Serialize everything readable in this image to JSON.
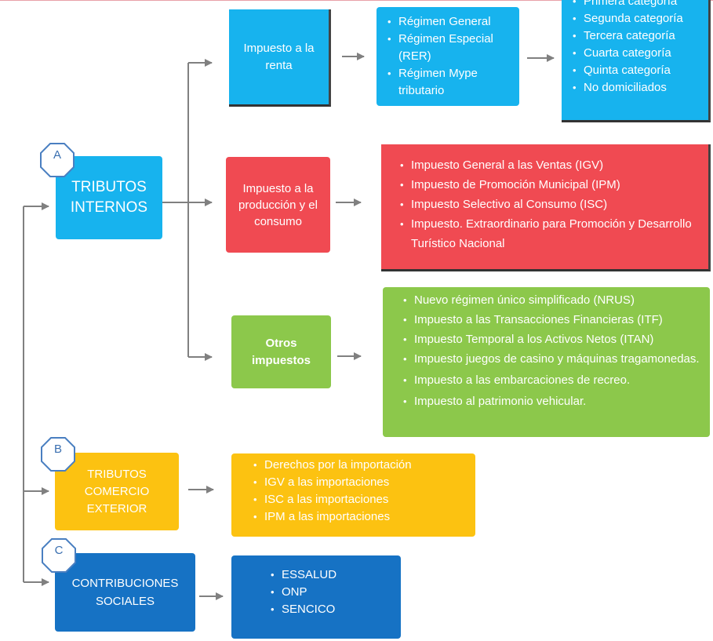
{
  "colors": {
    "cyan": "#17b3ee",
    "red": "#f04a52",
    "green": "#8cc84b",
    "yellow": "#fcc211",
    "blue": "#1672c4",
    "connector": "#808080"
  },
  "badges": {
    "a": "A",
    "b": "B",
    "c": "C"
  },
  "internos": {
    "title": "TRIBUTOS INTERNOS",
    "renta": {
      "label": "Impuesto a la renta",
      "regimenes": [
        "Régimen General",
        "Régimen Especial (RER)",
        "Régimen Mype tributario"
      ],
      "categorias": [
        "Primera categoría",
        "Segunda categoría",
        "Tercera categoría",
        "Cuarta categoría",
        "Quinta categoría",
        "No domiciliados"
      ]
    },
    "produccion": {
      "label": "Impuesto a la producción y el consumo",
      "items": [
        "Impuesto General a las Ventas (IGV)",
        "Impuesto de Promoción Municipal (IPM)",
        "Impuesto Selectivo al Consumo (ISC)",
        "Impuesto. Extraordinario para Promoción y Desarrollo Turístico Nacional"
      ]
    },
    "otros": {
      "label": "Otros impuestos",
      "items": [
        "Nuevo régimen único simplificado (NRUS)",
        "Impuesto a las Transacciones Financieras (ITF)",
        "Impuesto Temporal a los Activos Netos (ITAN)",
        "Impuesto juegos de casino y máquinas tragamonedas.",
        "Impuesto a las embarcaciones de recreo.",
        "Impuesto al patrimonio vehicular."
      ]
    }
  },
  "comercio": {
    "title": "TRIBUTOS COMERCIO EXTERIOR",
    "items": [
      "Derechos por la importación",
      "IGV a las importaciones",
      "ISC a las importaciones",
      "IPM a las importaciones"
    ]
  },
  "contribuciones": {
    "title": "CONTRIBUCIONES SOCIALES",
    "items": [
      "ESSALUD",
      "ONP",
      "SENCICO"
    ]
  }
}
